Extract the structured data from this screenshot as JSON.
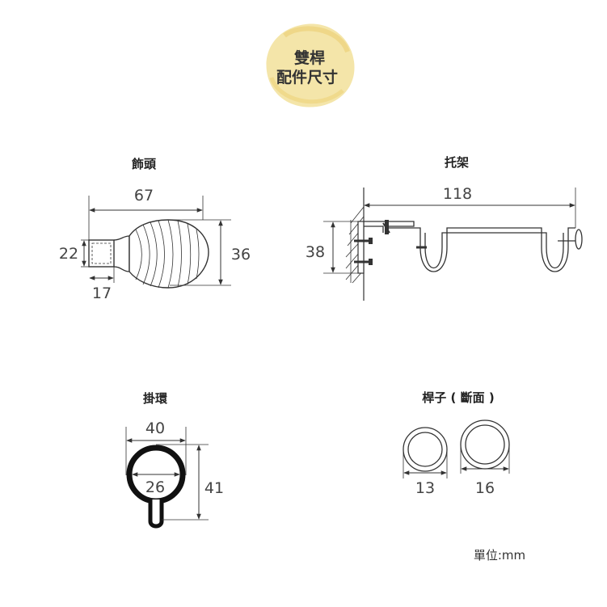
{
  "header": {
    "line1": "雙桿",
    "line2": "配件尺寸",
    "badge_color": "#f3e2a0"
  },
  "finial": {
    "title": "飾頭",
    "length": "67",
    "height": "36",
    "socket_height": "22",
    "socket_length": "17"
  },
  "bracket": {
    "title": "托架",
    "length": "118",
    "height": "38"
  },
  "ring": {
    "title": "掛環",
    "outer": "40",
    "inner": "26",
    "height": "41"
  },
  "rod": {
    "title": "桿子 ( 斷面 )",
    "small": "13",
    "large": "16"
  },
  "unit": "單位:mm"
}
